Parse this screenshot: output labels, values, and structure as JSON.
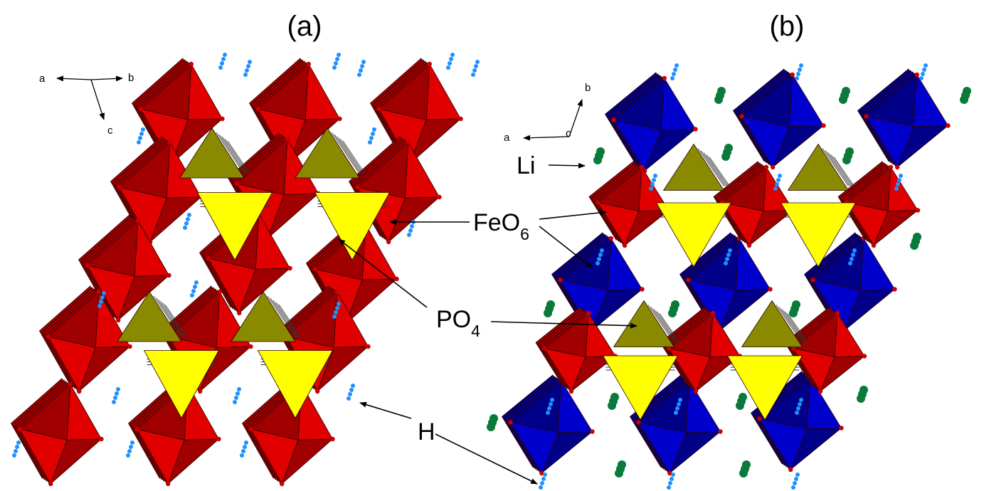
{
  "panels": [
    {
      "label": "(a)",
      "axes": {
        "left": "a",
        "right": "b",
        "down": "c"
      }
    },
    {
      "label": "(b)",
      "axes": {
        "up": "b",
        "left": "a",
        "center": "c"
      }
    }
  ],
  "annotations": {
    "li": "Li",
    "feo6_main": "FeO",
    "feo6_sub": "6",
    "po4_main": "PO",
    "po4_sub": "4",
    "h": "H"
  },
  "colors": {
    "fe_octahedron_a": "#e00000",
    "fe_octahedron_dark": "#a00000",
    "fe_octahedron_b": "#0000cc",
    "po4_tetrahedron": "#ffff00",
    "po4_tetrahedron_dark": "#8a8a00",
    "oxygen": "#cc0000",
    "hydrogen": "#1e90ff",
    "lithium": "#0a7a3a"
  }
}
